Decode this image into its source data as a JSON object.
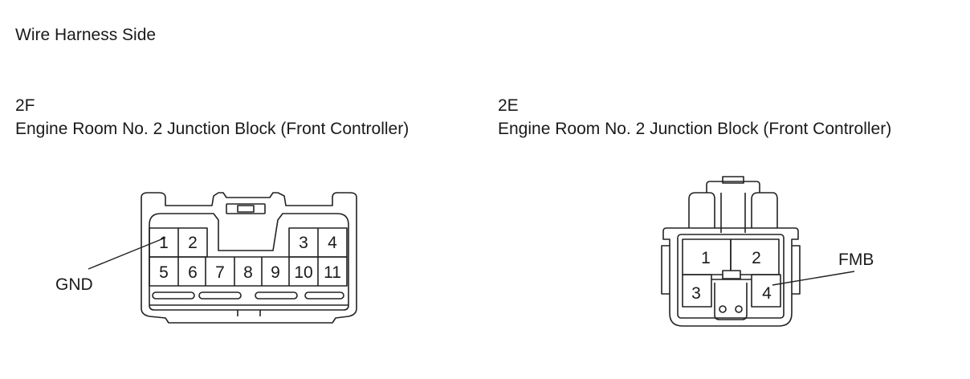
{
  "heading": "Wire Harness Side",
  "left_connector": {
    "id": "2F",
    "name": "Engine Room No. 2 Junction Block (Front Controller)",
    "pins": [
      "1",
      "2",
      "3",
      "4",
      "5",
      "6",
      "7",
      "8",
      "9",
      "10",
      "11"
    ],
    "callout": "GND"
  },
  "right_connector": {
    "id": "2E",
    "name": "Engine Room No. 2 Junction Block (Front Controller)",
    "pins": [
      "1",
      "2",
      "3",
      "4"
    ],
    "callout": "FMB"
  }
}
